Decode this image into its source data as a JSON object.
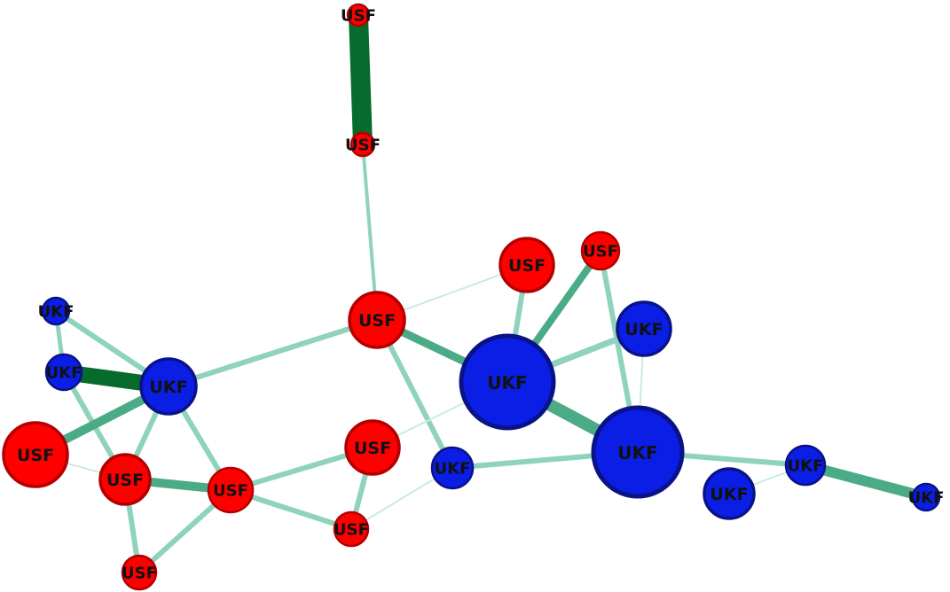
{
  "graph": {
    "colors": {
      "USF": {
        "fill": "#ff0000",
        "stroke": "#b30000"
      },
      "UKF": {
        "fill": "#0a1ee6",
        "stroke": "#0a1287"
      },
      "edge_strong": "#066b2c",
      "edge_medium": "#4aab86",
      "edge_light": "#8fd3bd",
      "edge_faint": "#c9ebe0"
    },
    "nodes": [
      {
        "id": "n1",
        "label": "USF",
        "type": "USF"
      },
      {
        "id": "n2",
        "label": "USF",
        "type": "USF"
      },
      {
        "id": "n3",
        "label": "USF",
        "type": "USF"
      },
      {
        "id": "n4",
        "label": "USF",
        "type": "USF"
      },
      {
        "id": "n5",
        "label": "USF",
        "type": "USF"
      },
      {
        "id": "n6",
        "label": "USF",
        "type": "USF"
      },
      {
        "id": "n7",
        "label": "USF",
        "type": "USF"
      },
      {
        "id": "n8",
        "label": "USF",
        "type": "USF"
      },
      {
        "id": "n9",
        "label": "USF",
        "type": "USF"
      },
      {
        "id": "n10",
        "label": "USF",
        "type": "USF"
      },
      {
        "id": "n11",
        "label": "USF",
        "type": "USF"
      },
      {
        "id": "n12",
        "label": "UKF",
        "type": "UKF"
      },
      {
        "id": "n13",
        "label": "UKF",
        "type": "UKF"
      },
      {
        "id": "n14",
        "label": "UKF",
        "type": "UKF"
      },
      {
        "id": "n15",
        "label": "UKF",
        "type": "UKF"
      },
      {
        "id": "n16",
        "label": "UKF",
        "type": "UKF"
      },
      {
        "id": "n17",
        "label": "UKF",
        "type": "UKF"
      },
      {
        "id": "n18",
        "label": "UKF",
        "type": "UKF"
      },
      {
        "id": "n19",
        "label": "UKF",
        "type": "UKF"
      },
      {
        "id": "n20",
        "label": "UKF",
        "type": "UKF"
      },
      {
        "id": "n21",
        "label": "UKF",
        "type": "UKF"
      }
    ],
    "edges": [
      {
        "source": "n1",
        "target": "n2",
        "strength": "strong"
      },
      {
        "source": "n2",
        "target": "n3",
        "strength": "light"
      },
      {
        "source": "n3",
        "target": "n16",
        "strength": "medium"
      },
      {
        "source": "n3",
        "target": "n4",
        "strength": "faint"
      },
      {
        "source": "n3",
        "target": "n14",
        "strength": "light"
      },
      {
        "source": "n3",
        "target": "n18",
        "strength": "light"
      },
      {
        "source": "n4",
        "target": "n16",
        "strength": "light"
      },
      {
        "source": "n5",
        "target": "n16",
        "strength": "medium"
      },
      {
        "source": "n5",
        "target": "n17",
        "strength": "light"
      },
      {
        "source": "n15",
        "target": "n16",
        "strength": "light"
      },
      {
        "source": "n15",
        "target": "n17",
        "strength": "faint"
      },
      {
        "source": "n16",
        "target": "n17",
        "strength": "medium"
      },
      {
        "source": "n16",
        "target": "n6",
        "strength": "faint"
      },
      {
        "source": "n17",
        "target": "n18",
        "strength": "light"
      },
      {
        "source": "n17",
        "target": "n20",
        "strength": "light"
      },
      {
        "source": "n20",
        "target": "n21",
        "strength": "medium"
      },
      {
        "source": "n19",
        "target": "n20",
        "strength": "faint"
      },
      {
        "source": "n12",
        "target": "n13",
        "strength": "light"
      },
      {
        "source": "n12",
        "target": "n14",
        "strength": "light"
      },
      {
        "source": "n13",
        "target": "n14",
        "strength": "strong"
      },
      {
        "source": "n13",
        "target": "n8",
        "strength": "light"
      },
      {
        "source": "n14",
        "target": "n7",
        "strength": "medium"
      },
      {
        "source": "n14",
        "target": "n8",
        "strength": "light"
      },
      {
        "source": "n14",
        "target": "n9",
        "strength": "light"
      },
      {
        "source": "n7",
        "target": "n8",
        "strength": "faint"
      },
      {
        "source": "n8",
        "target": "n9",
        "strength": "medium"
      },
      {
        "source": "n8",
        "target": "n10",
        "strength": "light"
      },
      {
        "source": "n9",
        "target": "n10",
        "strength": "light"
      },
      {
        "source": "n9",
        "target": "n6",
        "strength": "light"
      },
      {
        "source": "n9",
        "target": "n11",
        "strength": "light"
      },
      {
        "source": "n6",
        "target": "n11",
        "strength": "light"
      },
      {
        "source": "n11",
        "target": "n18",
        "strength": "faint"
      }
    ]
  }
}
